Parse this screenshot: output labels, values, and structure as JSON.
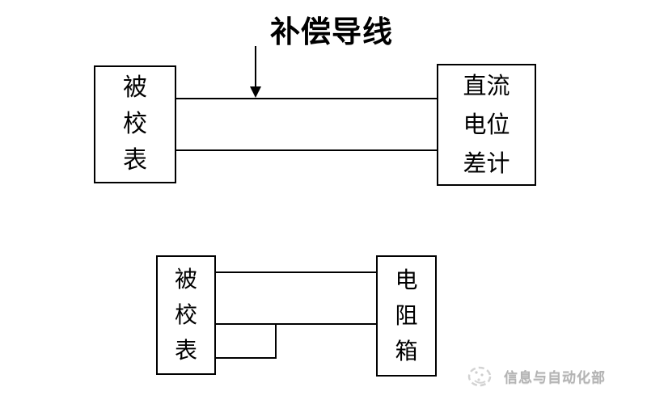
{
  "page": {
    "background": "#ffffff"
  },
  "colors": {
    "line": "#000000",
    "text": "#000000",
    "watermark": "#b4b4b4"
  },
  "diagram_top": {
    "label": "补偿导线",
    "left_box": {
      "lines": [
        "被",
        "校",
        "表"
      ]
    },
    "right_box": {
      "lines": [
        "直流",
        "电位",
        "差计"
      ]
    }
  },
  "diagram_bottom": {
    "left_box": {
      "lines": [
        "被",
        "校",
        "表"
      ]
    },
    "right_box": {
      "lines": [
        "电",
        "阻",
        "箱"
      ]
    }
  },
  "watermark": {
    "text": "信息与自动化部",
    "icon": "globe-swirl-icon"
  }
}
